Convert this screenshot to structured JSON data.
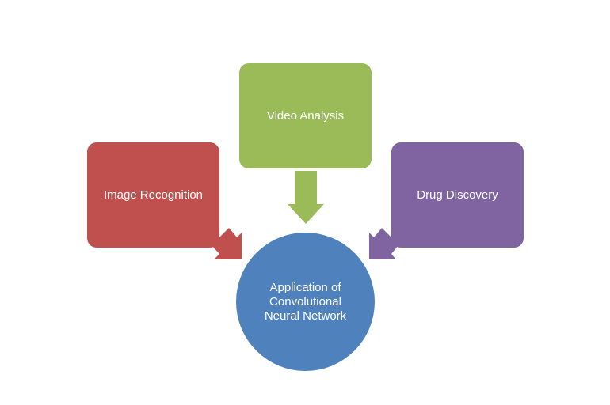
{
  "diagram": {
    "center": {
      "label": "Application of Convolutional Neural Network",
      "color": "#4f81bd"
    },
    "nodes": [
      {
        "label": "Video Analysis",
        "color": "#9bbb59"
      },
      {
        "label": "Image Recognition",
        "color": "#c0504d"
      },
      {
        "label": "Drug Discovery",
        "color": "#8064a2"
      }
    ]
  }
}
